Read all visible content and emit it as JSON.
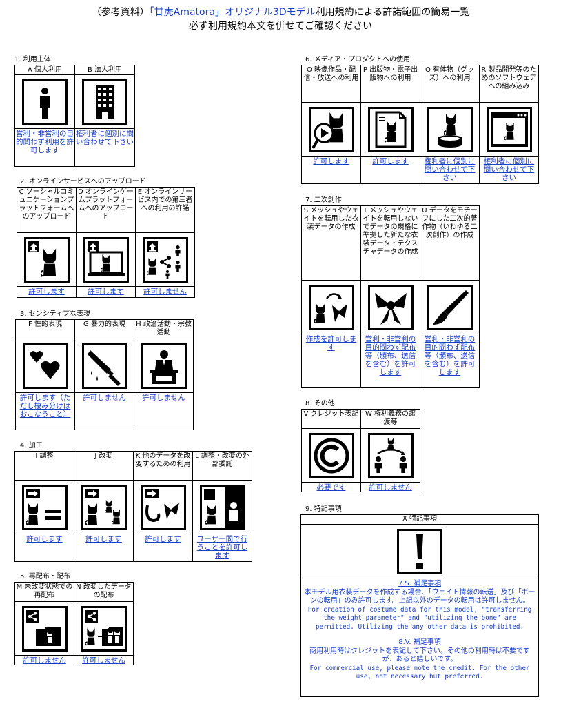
{
  "header": {
    "line1_pre": "（参考資料）",
    "line1_accent": "「甘虎Amatora」オリジナル3Dモデル",
    "line1_post": "利用規約による許諾範囲の簡易一覧",
    "line2": "必ず利用規約本文を併せてご確認ください"
  },
  "s1": {
    "label": "1. 利用主体",
    "items": [
      {
        "label": "A 個人利用",
        "icon": "person-icon",
        "result": "営利・非営利の目的問わず利用を許可します"
      },
      {
        "label": "B 法人利用",
        "icon": "building-icon",
        "result": "権利者に個別に問い合わせて下さい"
      }
    ]
  },
  "s2": {
    "label": "2. オンラインサービスへのアップロード",
    "items": [
      {
        "label": "C ソーシャルコミュニケーションプラットフォームへのアップロード",
        "icon": "social-upload-icon",
        "result": "許可します"
      },
      {
        "label": "D オンラインゲームプラットフォームへのアップロード",
        "icon": "game-upload-icon",
        "result": "許可します"
      },
      {
        "label": "E オンラインサービス内での第三者への利用の許諾",
        "icon": "share-third-party-icon",
        "result": "許可しません"
      }
    ]
  },
  "s3": {
    "label": "3. センシティブな表現",
    "items": [
      {
        "label": "F 性的表現",
        "icon": "hearts-icon",
        "result": "許可します（ただし棲み分けはおこなうこと）"
      },
      {
        "label": "G 暴力的表現",
        "icon": "knife-icon",
        "result": "許可しません"
      },
      {
        "label": "H 政治活動・宗教活動",
        "icon": "podium-icon",
        "result": "許可しません"
      }
    ]
  },
  "s4": {
    "label": "4. 加工",
    "items": [
      {
        "label": "I 調整",
        "icon": "adjust-icon",
        "result": "許可します"
      },
      {
        "label": "J 改変",
        "icon": "modify-icon",
        "result": "許可します"
      },
      {
        "label": "K 他のデータを改変するための利用",
        "icon": "other-data-icon",
        "result": "許可します"
      },
      {
        "label": "L 調整・改変の外部委託",
        "icon": "outsource-icon",
        "result": "ユーザー間で行うことを許可します"
      }
    ]
  },
  "s5": {
    "label": "5. 再配布・配布",
    "items": [
      {
        "label": "M 未改変状態での再配布",
        "icon": "redistribute-icon",
        "result": "許可しません"
      },
      {
        "label": "N 改変したデータの配布",
        "icon": "modified-distribute-icon",
        "result": "許可しません"
      }
    ]
  },
  "s6": {
    "label": "6. メディア・プロダクトへの使用",
    "items": [
      {
        "label": "O 映像作品・配信・放送への利用",
        "icon": "video-icon",
        "result": "許可します"
      },
      {
        "label": "P 出版物・電子出版物への利用",
        "icon": "publication-icon",
        "result": "許可します"
      },
      {
        "label": "Q 有体物（グッズ）への利用",
        "icon": "figure-goods-icon",
        "result": "権利者に個別に問い合わせて下さい"
      },
      {
        "label": "R 製品開発等のためのソフトウェアへの組み込み",
        "icon": "software-window-icon",
        "result": "権利者に個別に問い合わせて下さい"
      }
    ]
  },
  "s7": {
    "label": "7. 二次創作",
    "items": [
      {
        "label": "S メッシュやウェイトを転用した衣装データの作成",
        "icon": "costume-icon",
        "result": "作成を許可します"
      },
      {
        "label": "T メッシュやウェイトを転用しないでデータの規格に準拠した新たな衣装データ・テクスチャデータの作成",
        "icon": "ribbon-icon",
        "result": "営利・非営利の目的問わず配布等（頒布、送信を含む）を許可します"
      },
      {
        "label": "U データをモチーフにした二次的著作物（いわゆる二次創作）の作成",
        "icon": "brush-icon",
        "result": "営利・非営利の目的問わず配布等（頒布、送信を含む）を許可します"
      }
    ]
  },
  "s8": {
    "label": "8. その他",
    "items": [
      {
        "label": "V クレジット表記",
        "icon": "copyright-icon",
        "result": "必要です"
      },
      {
        "label": "W 権利義務の譲渡等",
        "icon": "transfer-icon",
        "result": "許可しません"
      }
    ]
  },
  "s9": {
    "label": "9. 特記事項",
    "head": "X 特記事項",
    "icon": "exclamation-icon",
    "note1_title": "7.S. 補足事項",
    "note1_jp": "本モデル用衣装データを作成する場合、「ウェイト情報の転送」及び「ボーンの転用」のみ許可します。上記以外のデータの転用は許可しません。",
    "note1_en": "For creation of costume data for this model, \"transferring the weight parameter\" and \"utilizing the bone\" are permitted. Utilizing the any other data is prohibited.",
    "note2_title": "8.V. 補足事項",
    "note2_jp": "商用利用時はクレジットを表記して下さい。その他の利用時は不要ですが、あると嬉しいです。",
    "note2_en": "For commercial use, please note the credit. For the other use, not necessary but preferred."
  }
}
